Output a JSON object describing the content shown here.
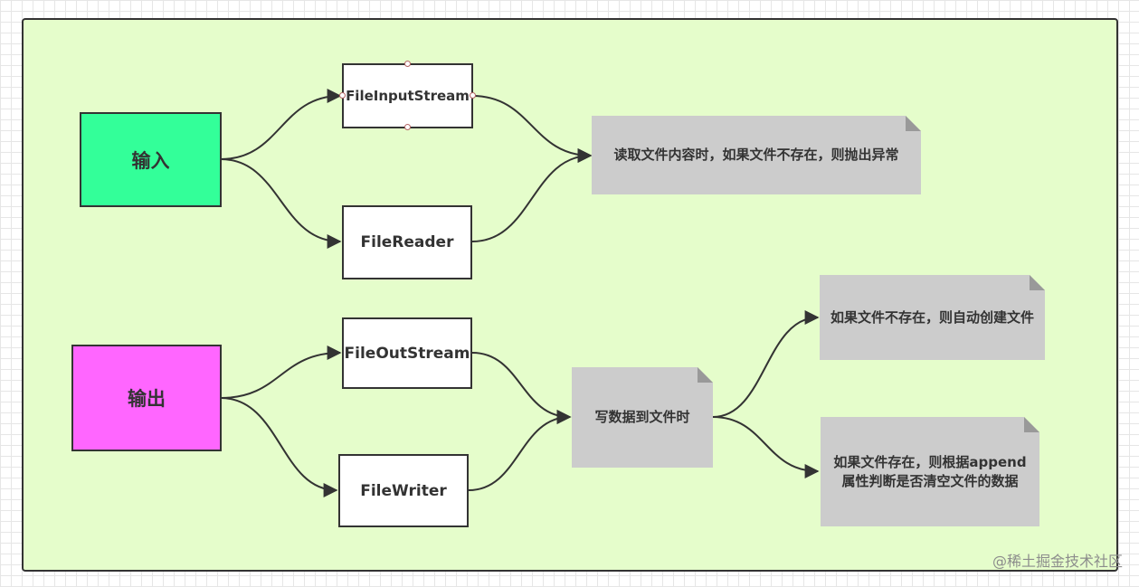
{
  "nodes": {
    "input": "输入",
    "output": "输出",
    "file_input_stream": "FileInputStream",
    "file_reader": "FileReader",
    "file_out_stream": "FileOutStream",
    "file_writer": "FileWriter"
  },
  "notes": {
    "read_not_exist": "读取文件内容时，如果文件不存在，则抛出异常",
    "write_file": "写数据到文件时",
    "auto_create": "如果文件不存在，则自动创建文件",
    "append_line1": "如果文件存在，则根据append",
    "append_line2": "属性判断是否清空文件的数据"
  },
  "watermark": "@稀土掘金技术社区",
  "colors": {
    "canvas": "#e5fdcb",
    "input_fill": "#33ff99",
    "output_fill": "#ff66ff",
    "note_fill": "#cccccc",
    "edge": "#333333"
  }
}
